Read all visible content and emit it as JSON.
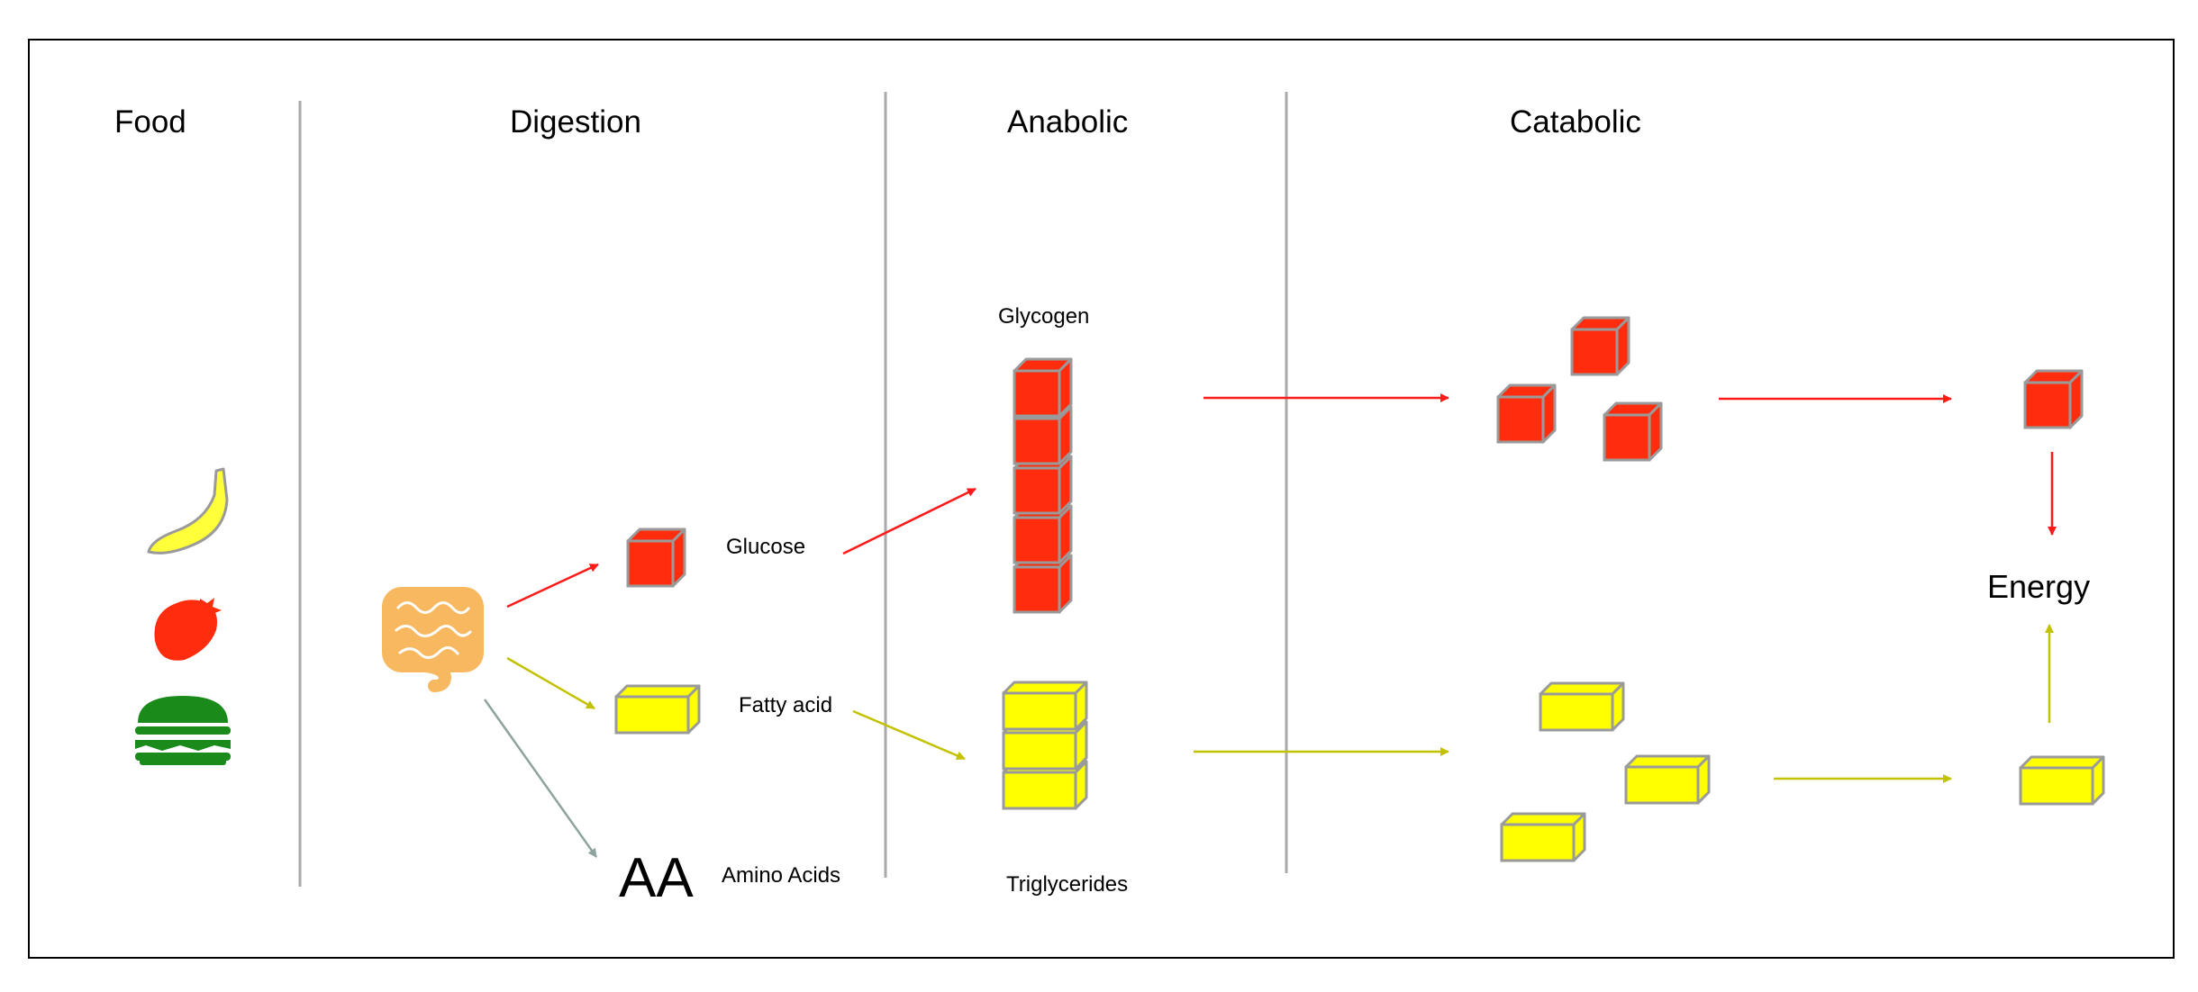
{
  "columns": {
    "food": "Food",
    "digestion": "Digestion",
    "anabolic": "Anabolic",
    "catabolic": "Catabolic"
  },
  "labels": {
    "glucose": "Glucose",
    "fatty_acid": "Fatty acid",
    "amino_acids_symbol": "AA",
    "amino_acids": "Amino Acids",
    "glycogen": "Glycogen",
    "triglycerides": "Triglycerides",
    "energy": "Energy"
  },
  "foods": [
    {
      "icon": "banana-icon"
    },
    {
      "icon": "strawberry-icon"
    },
    {
      "icon": "burger-icon"
    }
  ],
  "colors": {
    "glucose": "#ff2d0d",
    "fat": "#ffff00",
    "fat_arrow": "#c2c200",
    "protein_arrow": "#8ea39e",
    "cube_stroke": "#9a9a9a",
    "intestine": "#f7b860",
    "burger": "#1a8a1a",
    "divider": "#aaaaaa"
  }
}
